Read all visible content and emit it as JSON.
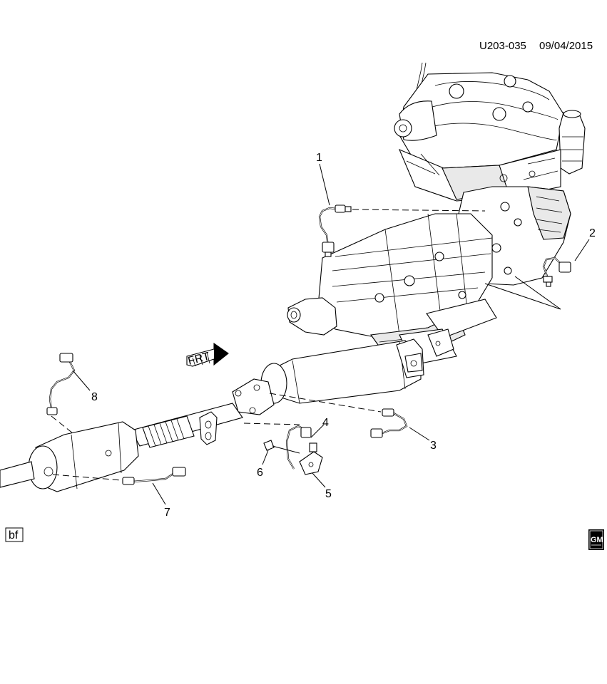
{
  "header": {
    "illustration_code": "U203-035",
    "date": "09/04/2015"
  },
  "callouts": {
    "c1": "1",
    "c2": "2",
    "c3": "3",
    "c4": "4",
    "c5": "5",
    "c6": "6",
    "c7": "7",
    "c8": "8"
  },
  "front_arrow": {
    "label": "FRT"
  },
  "footer": {
    "tag": "bf",
    "logo_text": "GM"
  }
}
